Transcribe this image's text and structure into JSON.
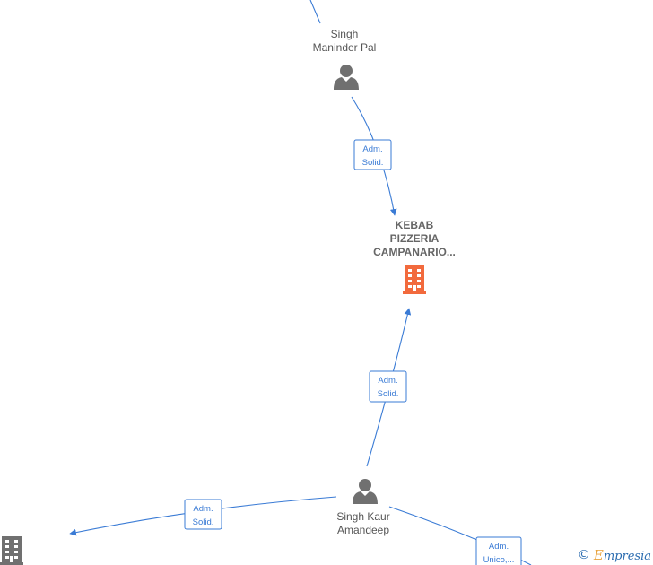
{
  "nodes": {
    "person_top": {
      "line1": "Singh",
      "line2": "Maninder Pal",
      "icon": "person-icon"
    },
    "company_center": {
      "line1": "KEBAB",
      "line2": "PIZZERIA",
      "line3": "CAMPANARIO...",
      "icon": "building-icon",
      "color": "#f26a3d"
    },
    "person_bottom": {
      "line1": "Singh Kaur",
      "line2": "Amandeep",
      "icon": "person-icon"
    },
    "company_left": {
      "icon": "building-icon",
      "color": "#707070"
    }
  },
  "edges": {
    "top_to_company": {
      "line1": "Adm.",
      "line2": "Solid."
    },
    "bottom_to_company": {
      "line1": "Adm.",
      "line2": "Solid."
    },
    "bottom_to_left": {
      "line1": "Adm.",
      "line2": "Solid."
    },
    "bottom_to_right": {
      "line1": "Adm.",
      "line2": "Unico,..."
    }
  },
  "footer": {
    "copyright_symbol": "©",
    "brand_first": "E",
    "brand_rest": "mpresia"
  },
  "colors": {
    "edge": "#3a7bd5",
    "person": "#707070",
    "company_main": "#f26a3d",
    "company_other": "#707070"
  }
}
